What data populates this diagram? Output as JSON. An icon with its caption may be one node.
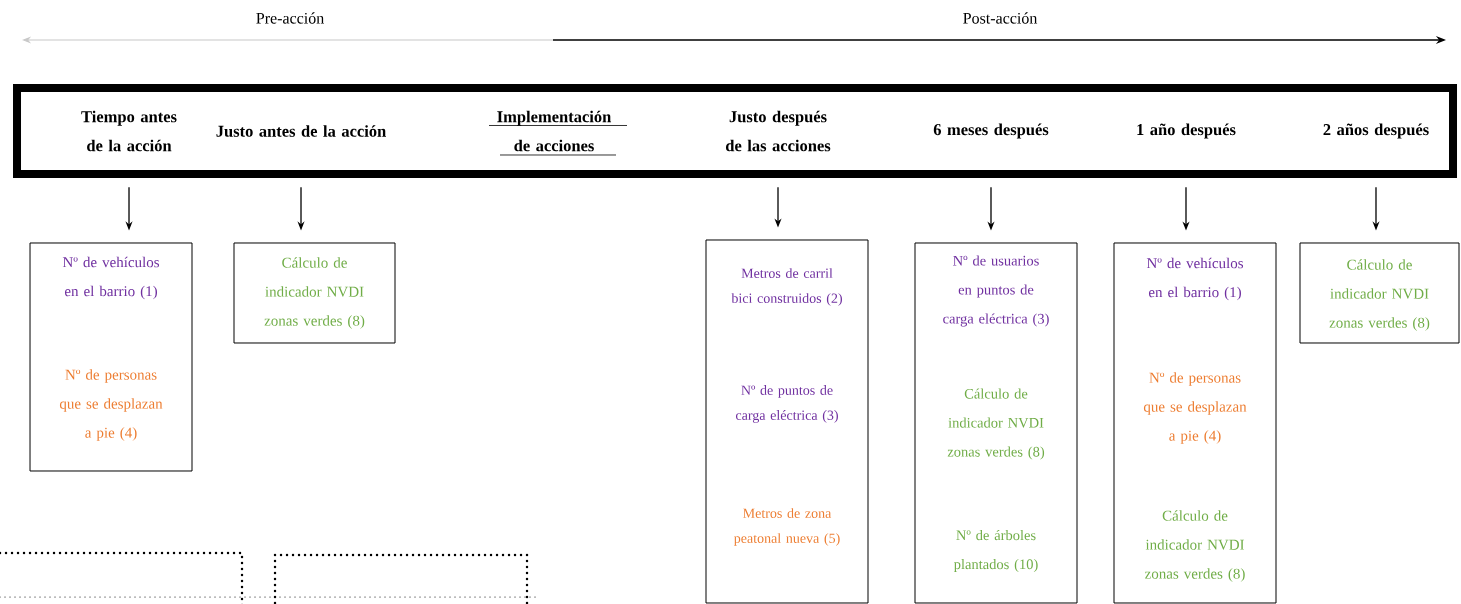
{
  "diagram": {
    "nodes": [
      {
        "text": [],
        "shape": "box"
      },
      {
        "text": [
          "Tiempo antes de la acción"
        ],
        "in": 0
      },
      {
        "text": [
          "Justo antes de la acción"
        ],
        "in": 0
      },
      {
        "text": [
          "Implementación de acciones"
        ],
        "in": 0
      },
      {
        "text": [
          "Justo después de las acciones"
        ],
        "in": 0
      },
      {
        "text": [
          "6 meses después"
        ],
        "in": 0
      },
      {
        "text": [
          "1 año después"
        ],
        "in": 0
      },
      {
        "text": [
          "2 años después"
        ],
        "in": 0
      },
      {
        "text": [
          "Nº de vehículos en el barrio (1)",
          "Nº de personas que se desplazan a pie (4)"
        ]
      },
      {
        "text": [
          "Cálculo de indicador NVDI zonas verdes (8)"
        ]
      },
      {
        "text": [
          "Metros de carril bici construidos (2)",
          "Nº de puntos de carga eléctrica (3)",
          "Metros de zona peatonal nueva (5)"
        ]
      },
      {
        "text": [
          "Nº de usuarios en puntos de carga eléctrica (3)",
          "Cálculo de indicador NVDI zonas verdes (8)",
          "Nº de árboles plantados (10)"
        ]
      },
      {
        "text": [
          "Nº de vehículos en el barrio (1)",
          "Nº de personas que se desplazan a pie (4)",
          "Cálculo de indicador NVDI zonas verdes (8)"
        ]
      },
      {
        "text": [
          "Cálculo de indicador NVDI zonas verdes (8)"
        ]
      },
      {
        "text": [],
        "shape": "box"
      },
      {
        "text": [],
        "shape": "box"
      }
    ],
    "edges": [
      {
        "from": 1,
        "to": 8,
        "arrow": "to"
      },
      {
        "from": 2,
        "to": 9,
        "arrow": "to"
      },
      {
        "from": 4,
        "to": 10,
        "arrow": "to"
      },
      {
        "from": 5,
        "to": 11,
        "arrow": "to"
      },
      {
        "from": 6,
        "to": 12,
        "arrow": "to"
      },
      {
        "from": 7,
        "to": 13,
        "arrow": "to"
      }
    ],
    "labels": [
      "Pre-acción",
      "Post-acción"
    ]
  }
}
